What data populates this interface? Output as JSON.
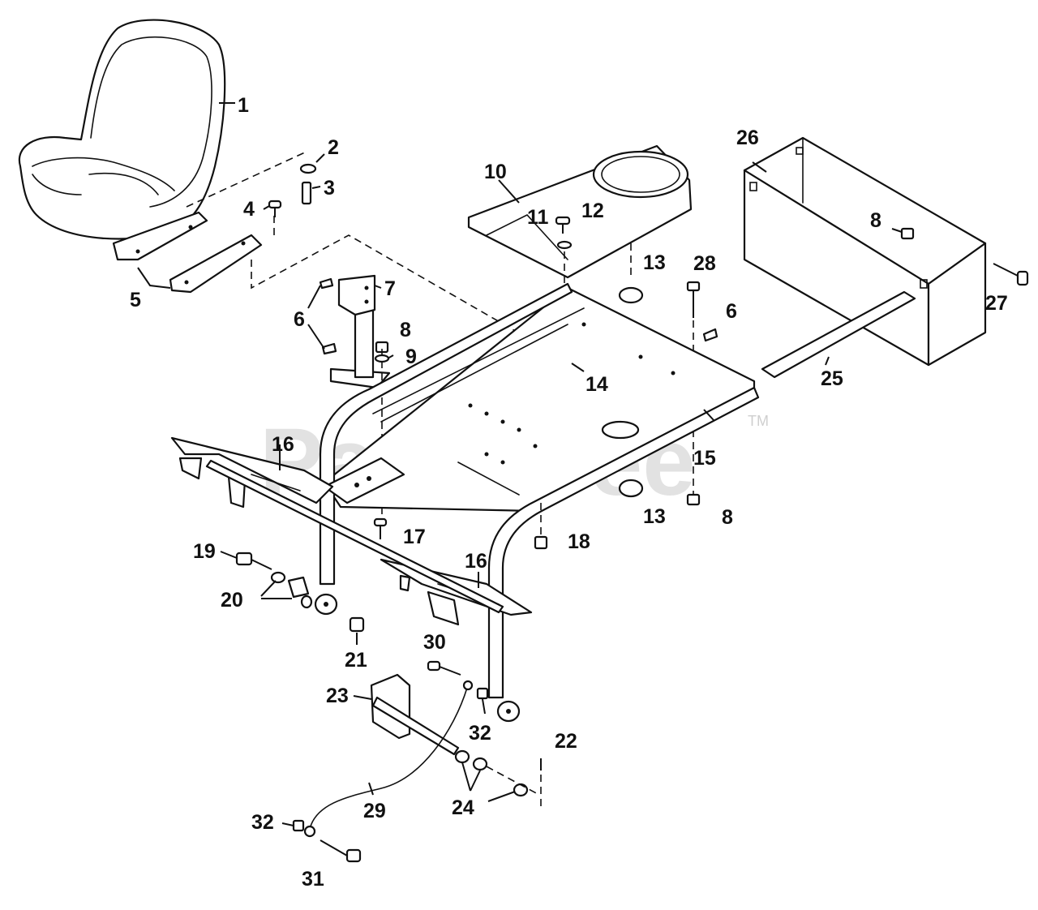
{
  "watermark": {
    "text": "PartsTree",
    "trademark": "TM"
  },
  "callouts": {
    "c1": "1",
    "c2": "2",
    "c3": "3",
    "c4": "4",
    "c5": "5",
    "c6a": "6",
    "c6b": "6",
    "c7": "7",
    "c8a": "8",
    "c8b": "8",
    "c8c": "8",
    "c9": "9",
    "c10": "10",
    "c11": "11",
    "c12": "12",
    "c13a": "13",
    "c13b": "13",
    "c14": "14",
    "c15": "15",
    "c16a": "16",
    "c16b": "16",
    "c17": "17",
    "c18": "18",
    "c19": "19",
    "c20": "20",
    "c21": "21",
    "c22": "22",
    "c23": "23",
    "c24": "24",
    "c25": "25",
    "c26": "26",
    "c27": "27",
    "c28": "28",
    "c29": "29",
    "c30": "30",
    "c31": "31",
    "c32a": "32",
    "c32b": "32"
  },
  "colors": {
    "ink": "#111111",
    "watermark": "#d9d9d9",
    "background": "#ffffff"
  }
}
